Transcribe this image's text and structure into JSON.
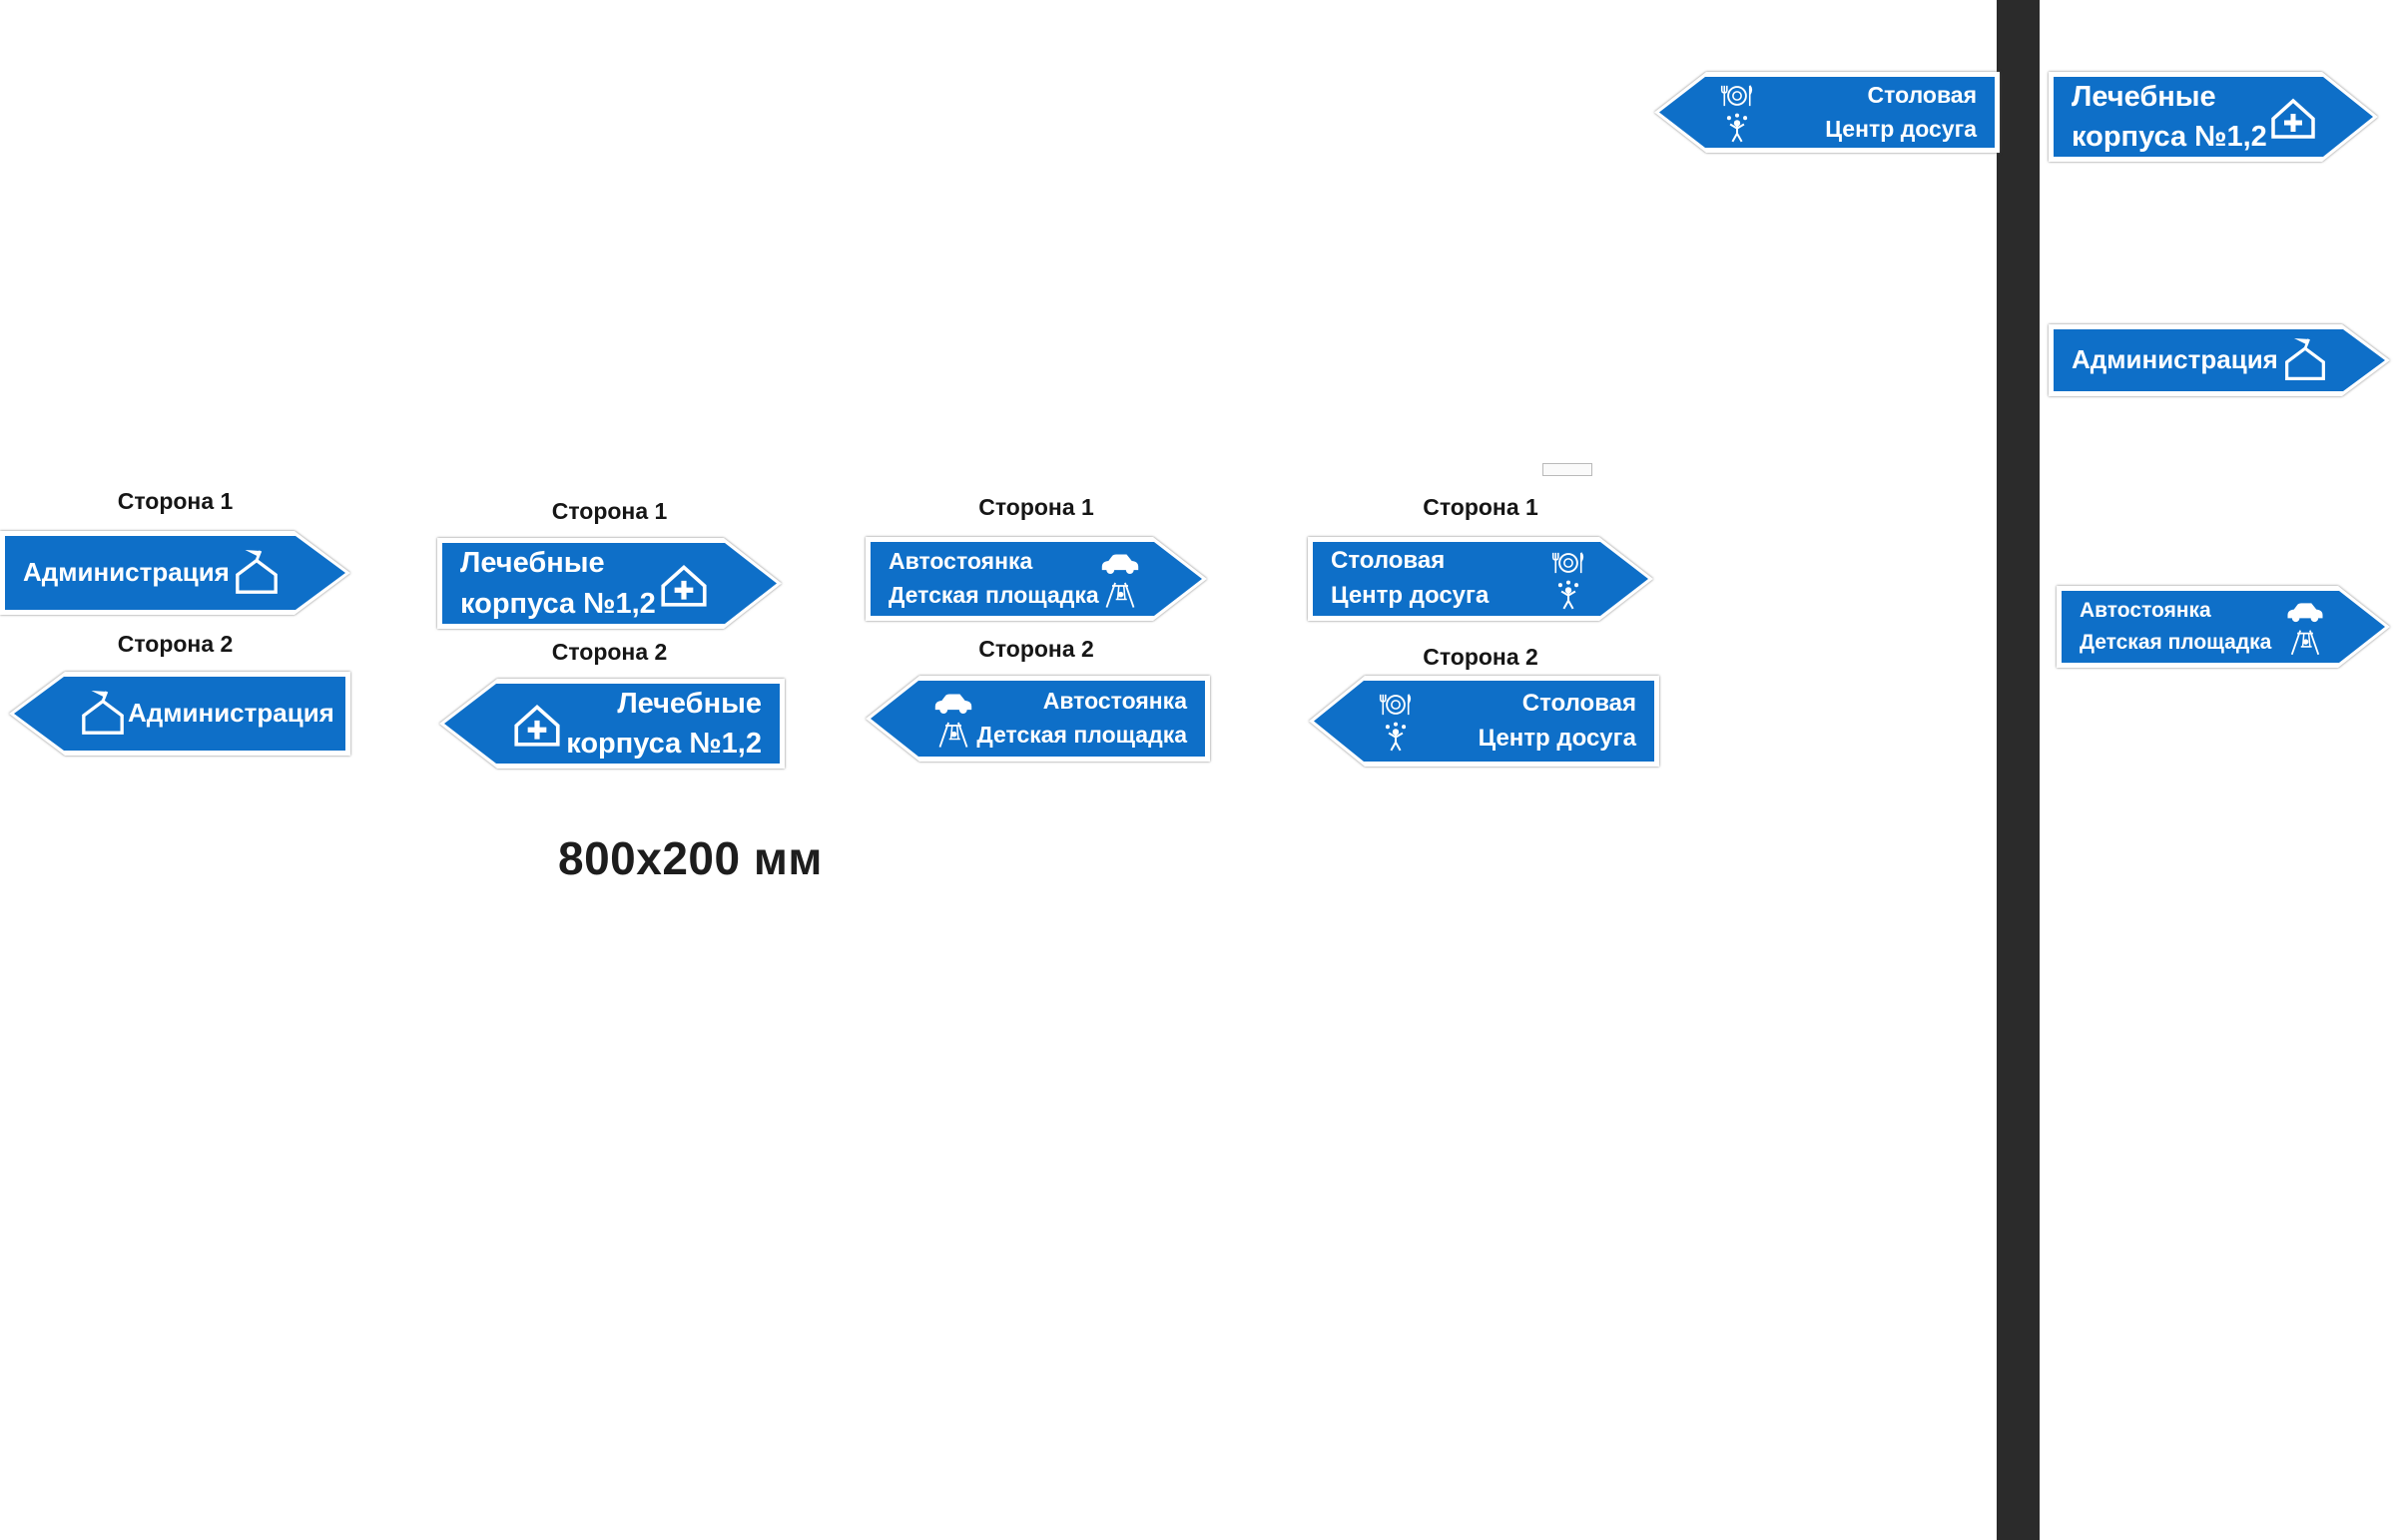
{
  "caption": "800x200 мм",
  "side_labels": {
    "side1": "Сторона 1",
    "side2": "Сторона 2"
  },
  "signs": {
    "admin": {
      "line1": "Администрация"
    },
    "medical": {
      "line1": "Лечебные",
      "line2": "корпуса №1,2"
    },
    "parking": {
      "line1": "Автостоянка",
      "line2": "Детская площадка"
    },
    "dining": {
      "line1": "Столовая",
      "line2": "Центр досуга"
    }
  },
  "colors": {
    "sign_blue": "#0E6FC8",
    "sign_border": "#FFFFFF",
    "pole": "#2B2B2B",
    "text_on_sign": "#FFFFFF",
    "label_text": "#1A1A1A"
  },
  "icons": {
    "admin": "house-flag-icon",
    "medical": "medical-house-icon",
    "parking": [
      "car-icon",
      "playground-swing-icon"
    ],
    "dining": [
      "dining-plate-icon",
      "juggler-icon"
    ]
  }
}
